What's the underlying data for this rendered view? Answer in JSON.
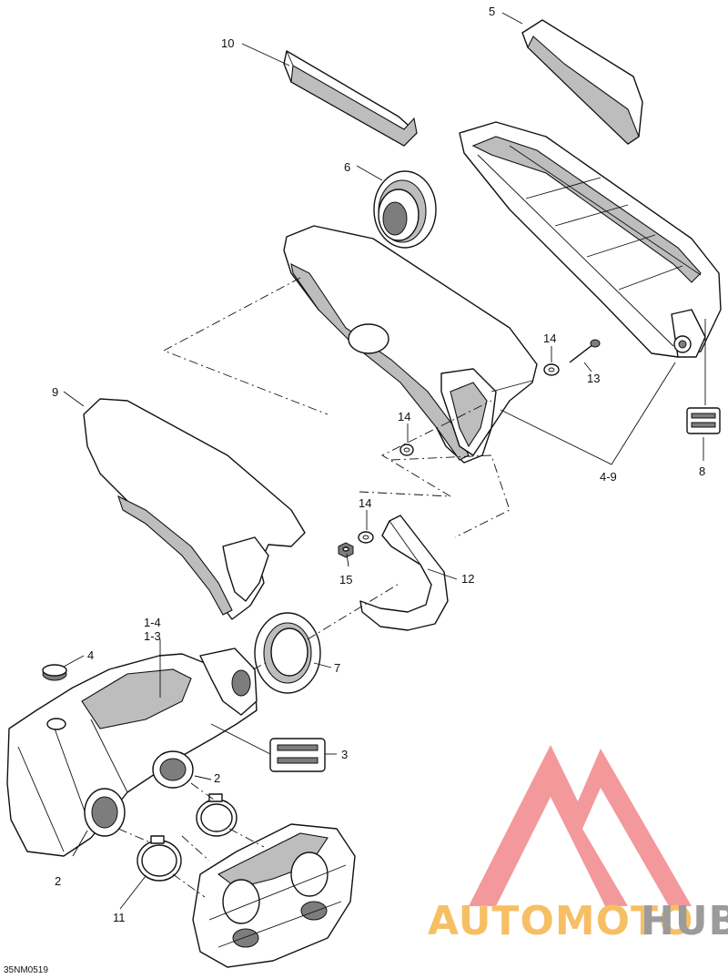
{
  "figure_code": "35NM0519",
  "callouts": {
    "c1_4": "1-4",
    "c1_3": "1-3",
    "c2a": "2",
    "c2b": "2",
    "c3": "3",
    "c4": "4",
    "c4_9": "4-9",
    "c5": "5",
    "c6": "6",
    "c7": "7",
    "c8": "8",
    "c9": "9",
    "c10": "10",
    "c11": "11",
    "c12": "12",
    "c13": "13",
    "c14a": "14",
    "c14b": "14",
    "c14c": "14",
    "c15": "15"
  },
  "watermark": {
    "word_a": "AUTOMOTO",
    "word_b": "HUB",
    "color_a": "#f6b44a",
    "color_b": "#8a8a8a",
    "logo_color": "#f2878a"
  }
}
